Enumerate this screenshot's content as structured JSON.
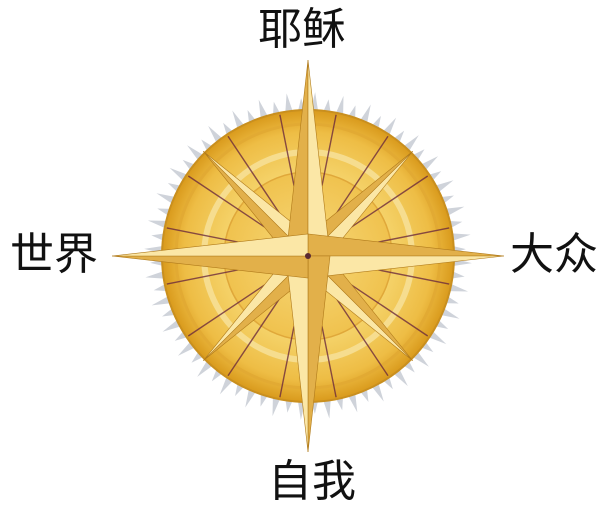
{
  "labels": {
    "north": "耶稣",
    "west": "世界",
    "east": "大众",
    "south": "自我"
  },
  "colors": {
    "disc_light": "#f8e08c",
    "disc_mid": "#f1c44c",
    "disc_dark": "#d99a1c",
    "ray": "#6b2a3c",
    "spike": "#cfd3da",
    "star_light": "#fbe7a6",
    "star_dark": "#e2b04a",
    "star_edge": "#b07a1a"
  }
}
